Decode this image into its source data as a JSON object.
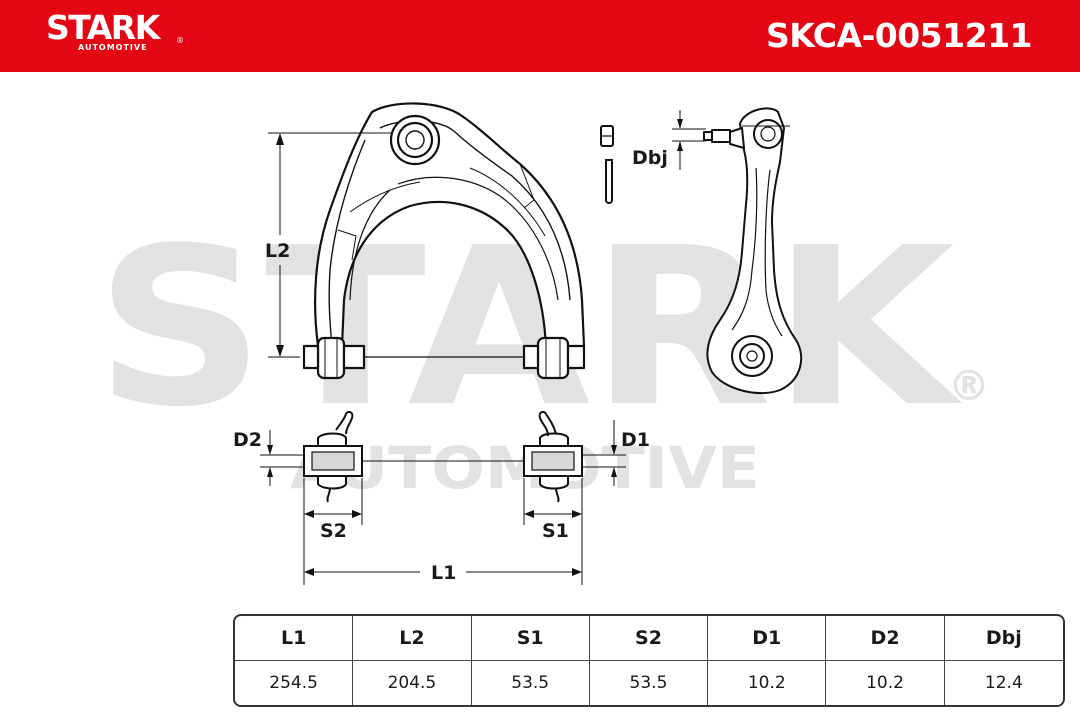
{
  "header": {
    "brand": "STARK",
    "brand_sub": "AUTOMOTIVE",
    "registered": "®",
    "part_number": "SKCA-0051211",
    "background_color": "#e30613"
  },
  "watermark": {
    "main": "STARK",
    "sub": "AUTOMOTIVE",
    "registered": "®"
  },
  "dimension_labels": {
    "l2": "L2",
    "dbj": "Dbj",
    "d2": "D2",
    "d1": "D1",
    "s2": "S2",
    "s1": "S1",
    "l1": "L1"
  },
  "table": {
    "headers": [
      "L1",
      "L2",
      "S1",
      "S2",
      "D1",
      "D2",
      "Dbj"
    ],
    "values": [
      "254.5",
      "204.5",
      "53.5",
      "53.5",
      "10.2",
      "10.2",
      "12.4"
    ]
  }
}
